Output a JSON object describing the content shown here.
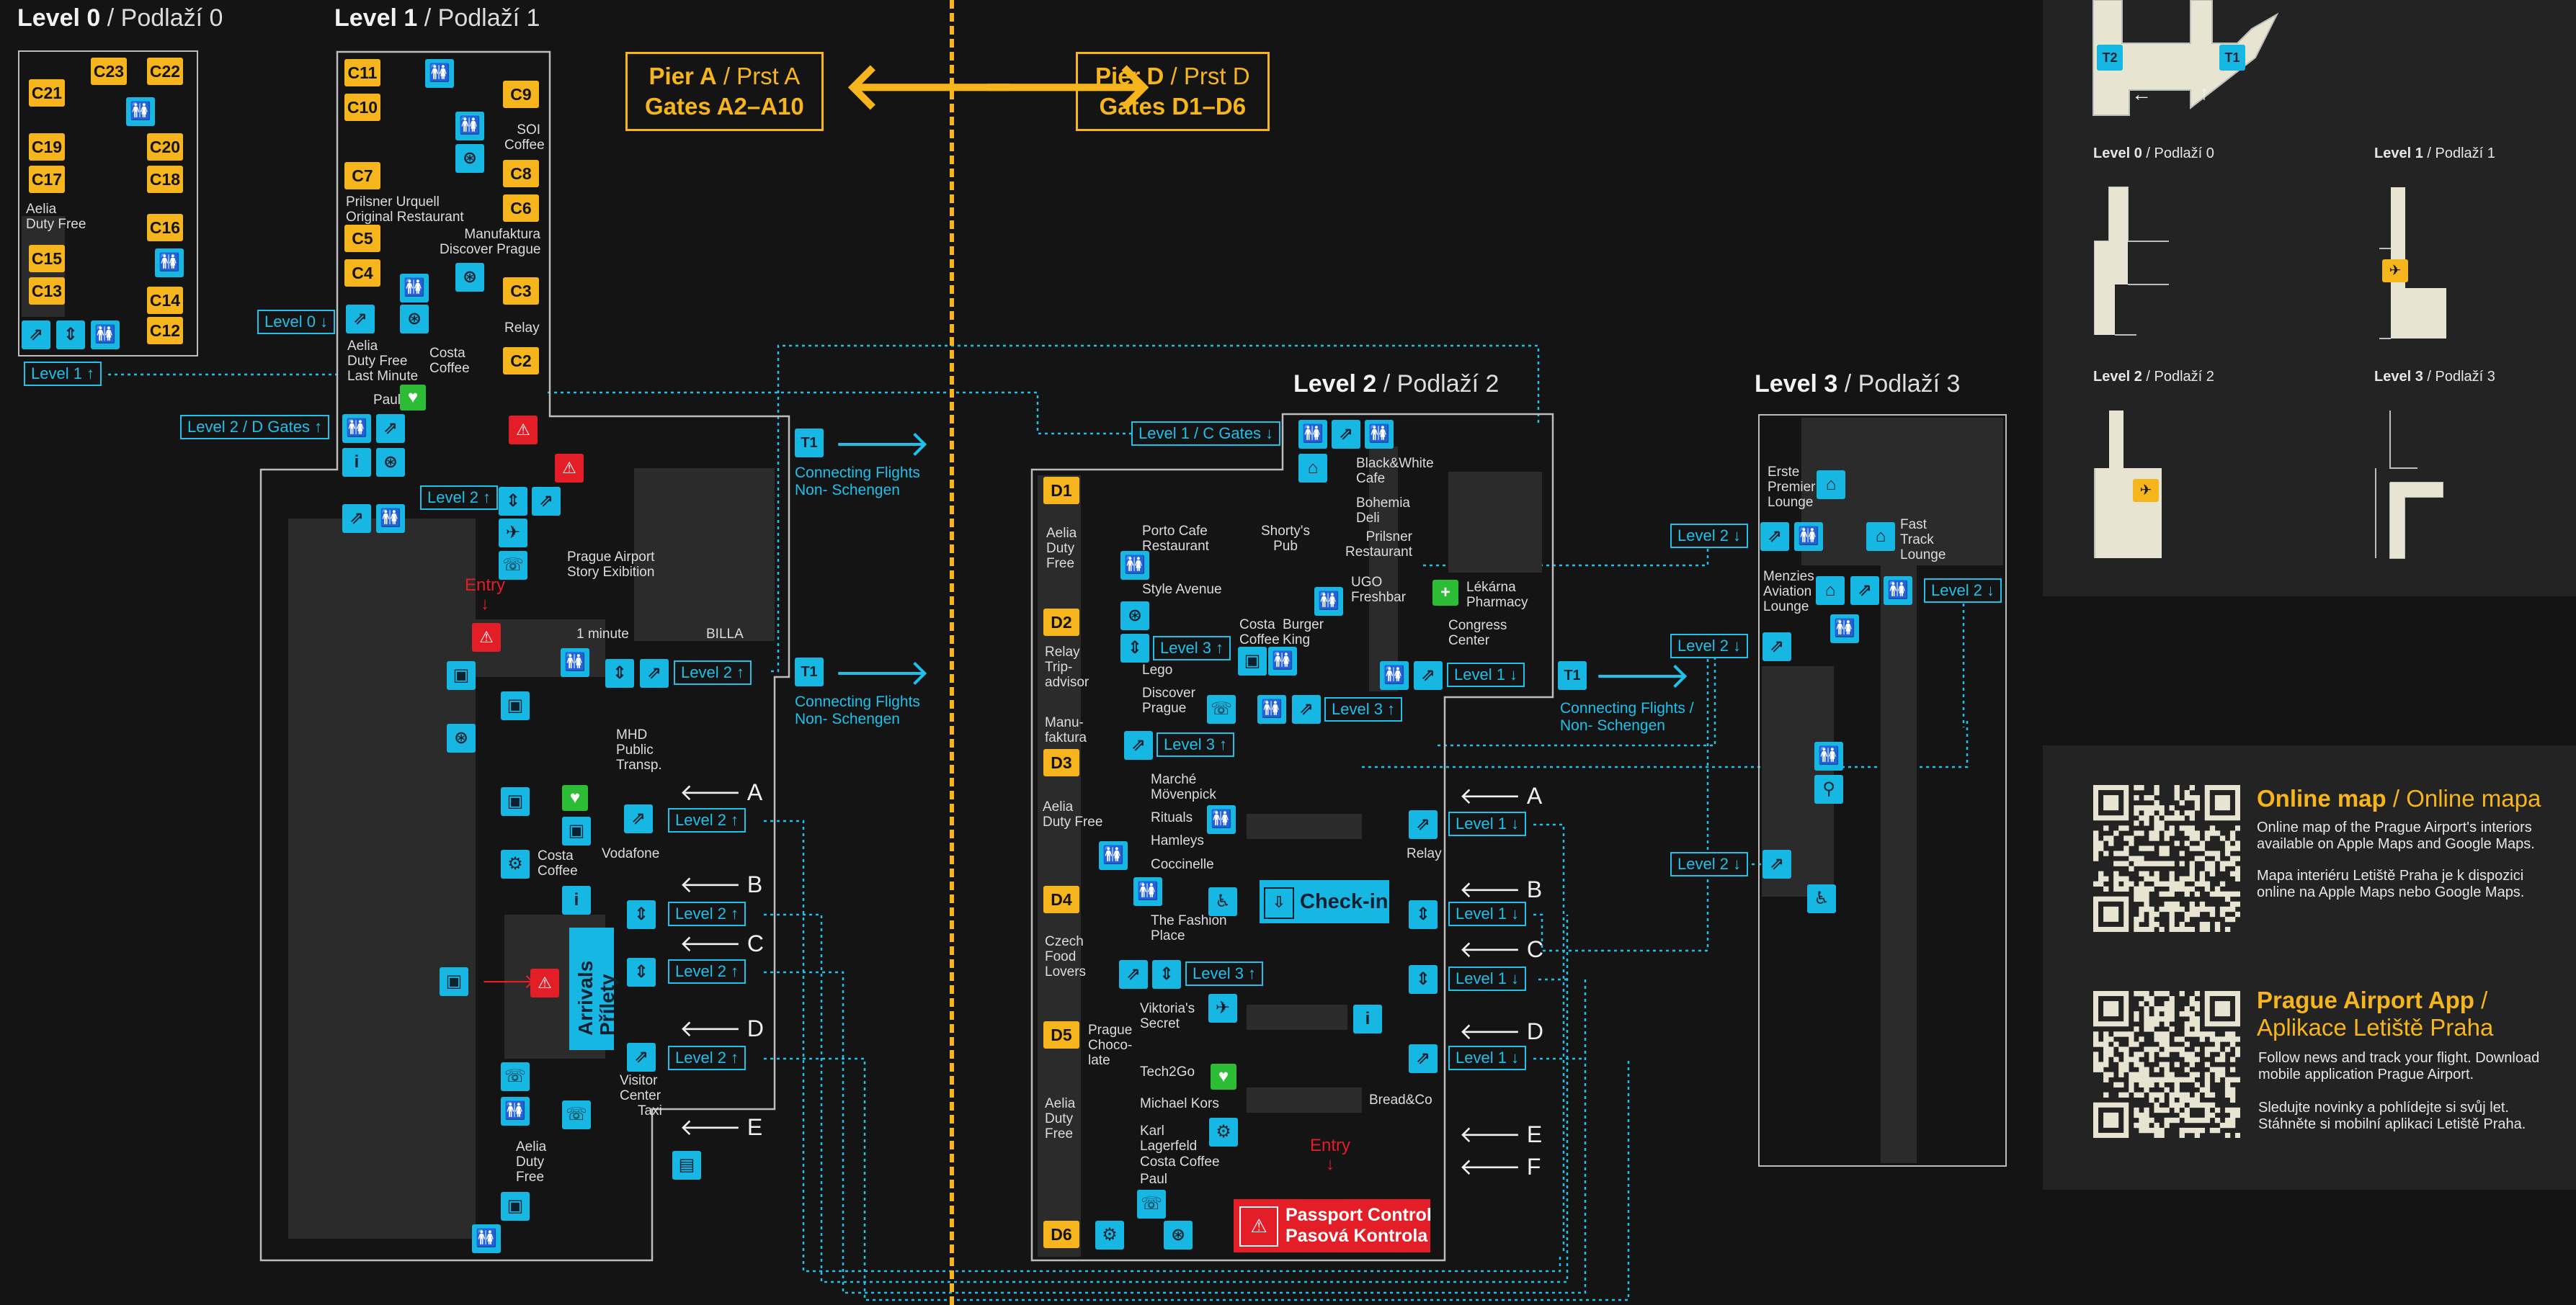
{
  "titles": {
    "level0": {
      "a": "Level 0",
      "b": " / Podlaží 0"
    },
    "level1": {
      "a": "Level 1",
      "b": " / Podlaží 1"
    },
    "level2": {
      "a": "Level 2",
      "b": " / Podlaží 2"
    },
    "level3": {
      "a": "Level 3",
      "b": " / Podlaží 3"
    }
  },
  "piers": {
    "a": {
      "line1a": "Pier A",
      "line1b": " / Prst A",
      "line2": "Gates A2–A10"
    },
    "d": {
      "line1a": "Pier D",
      "line1b": " / Prst D",
      "line2": "Gates D1–D6"
    }
  },
  "arrows": {
    "left": "🡐",
    "right": "🡒",
    "small_left": "🡐",
    "small_right": "🡒"
  },
  "level_buttons": {
    "l0_down": "Level 0 ↓",
    "l1_up": "Level 1 ↑",
    "l2_d_gates_up": "Level 2 / D Gates ↑",
    "l2_up": "Level 2 ↑",
    "l1_c_gates_down": "Level 1 / C Gates ↓",
    "l3_up": "Level 3 ↑",
    "l1_down": "Level 1 ↓",
    "l2_down": "Level 2 ↓"
  },
  "gates_level0": [
    "C21",
    "C23",
    "C22",
    "C19",
    "C20",
    "C17",
    "C18",
    "C16",
    "C15",
    "C13",
    "C14",
    "C12"
  ],
  "gates_level1": [
    "C11",
    "C10",
    "C9",
    "C8",
    "C7",
    "C6",
    "C5",
    "C4",
    "C3",
    "C2"
  ],
  "gates_level2": [
    "D1",
    "D2",
    "D3",
    "D4",
    "D5",
    "D6"
  ],
  "labels_l0": {
    "aelia": "Aelia\nDuty Free"
  },
  "labels_l1": {
    "soi": "SOI\nCoffee",
    "pilsner": "Prilsner Urquell\nOriginal Restaurant",
    "manufaktura": "Manufaktura\nDiscover Prague",
    "relay": "Relay",
    "aelia": "Aelia\nDuty Free\nLast Minute",
    "costa": "Costa\nCoffee",
    "paul": "Paul",
    "story": "Prague Airport\nStory Exibition",
    "entry": "Entry",
    "oneminute": "1 minute",
    "billa": "BILLA",
    "mhd": "MHD\nPublic\nTransp.",
    "vodafone": "Vodafone",
    "costa2": "Costa\nCoffee",
    "arrivals": "Arrivals\nPřílety",
    "visitor": "Visitor\nCenter",
    "taxi": "Taxi",
    "aelia2": "Aelia\nDuty\nFree"
  },
  "connecting": {
    "t1": "T1",
    "cf_nonschengen": "Connecting Flights\nNon- Schengen",
    "cf_slash": "Connecting Flights /\nNon- Schengen"
  },
  "gate_letters": [
    "A",
    "B",
    "C",
    "D",
    "E",
    "F"
  ],
  "labels_l2": {
    "aelia_d1": "Aelia\nDuty\nFree",
    "porto": "Porto Cafe\nRestaurant",
    "shortys": "Shorty's\nPub",
    "blackwhite": "Black&White\nCafe",
    "bohemia": "Bohemia\nDeli",
    "pilsner": "Prilsner\nRestaurant",
    "style": "Style Avenue",
    "ugo": "UGO\nFreshbar",
    "lekarna": "Lékárna\nPharmacy",
    "congress": "Congress\nCenter",
    "relaytrip": "Relay\nTrip-\nadvisor",
    "lego": "Lego",
    "costa": "Costa\nCoffee",
    "burger": "Burger\nKing",
    "discover": "Discover\nPrague",
    "manufaktura": "Manu-\nfaktura",
    "marche": "Marché\nMövenpick",
    "aelia_d3": "Aelia\nDuty Free",
    "rituals": "Rituals",
    "hamleys": "Hamleys",
    "coccinelle": "Coccinelle",
    "fashion": "The Fashion\nPlace",
    "relay2": "Relay",
    "czech": "Czech\nFood\nLovers",
    "viktoria": "Viktoria's\nSecret",
    "prague_choc": "Prague\nChoco-\nlate",
    "tech2go": "Tech2Go",
    "kors": "Michael Kors",
    "lagerfeld": "Karl\nLagerfeld",
    "breadco": "Bread&Co",
    "costa2": "Costa Coffee",
    "paul": "Paul",
    "aelia_d5": "Aelia\nDuty\nFree",
    "entry": "Entry",
    "checkin": "Check-in",
    "passport": "Passport Control\nPasová Kontrola"
  },
  "labels_l3": {
    "erste": "Erste\nPremier\nLounge",
    "fasttrack": "Fast\nTrack\nLounge",
    "menzies": "Menzies\nAviation\nLounge"
  },
  "overview": {
    "t2": "T2",
    "t1": "T1",
    "level0": {
      "a": "Level 0",
      "b": " / Podlaží 0"
    },
    "level1": {
      "a": "Level 1",
      "b": " / Podlaží 1"
    },
    "level2": {
      "a": "Level 2",
      "b": " / Podlaží 2"
    },
    "level3": {
      "a": "Level 3",
      "b": " / Podlaží 3"
    }
  },
  "online": {
    "title_a": "Online map",
    "title_b": " / Online mapa",
    "text_en": "Online map of the Prague Airport's interiors available on Apple Maps and Google Maps.",
    "text_cz": "Mapa interiéru Letiště Praha je k dispozici online na Apple Maps nebo Google Maps."
  },
  "app": {
    "title_a": "Prague Airport App",
    "title_b": " /\nAplikace Letiště Praha",
    "text_en": "Follow news and track your flight. Download mobile application Prague Airport.",
    "text_cz": "Sledujte novinky a pohlídejte si svůj let. Stáhněte si mobilní aplikaci Letiště Praha."
  },
  "colors": {
    "gate": "#f6b51c",
    "service": "#17b7e4",
    "alert": "#e41e26",
    "health": "#2dbc35",
    "background": "#141414"
  }
}
